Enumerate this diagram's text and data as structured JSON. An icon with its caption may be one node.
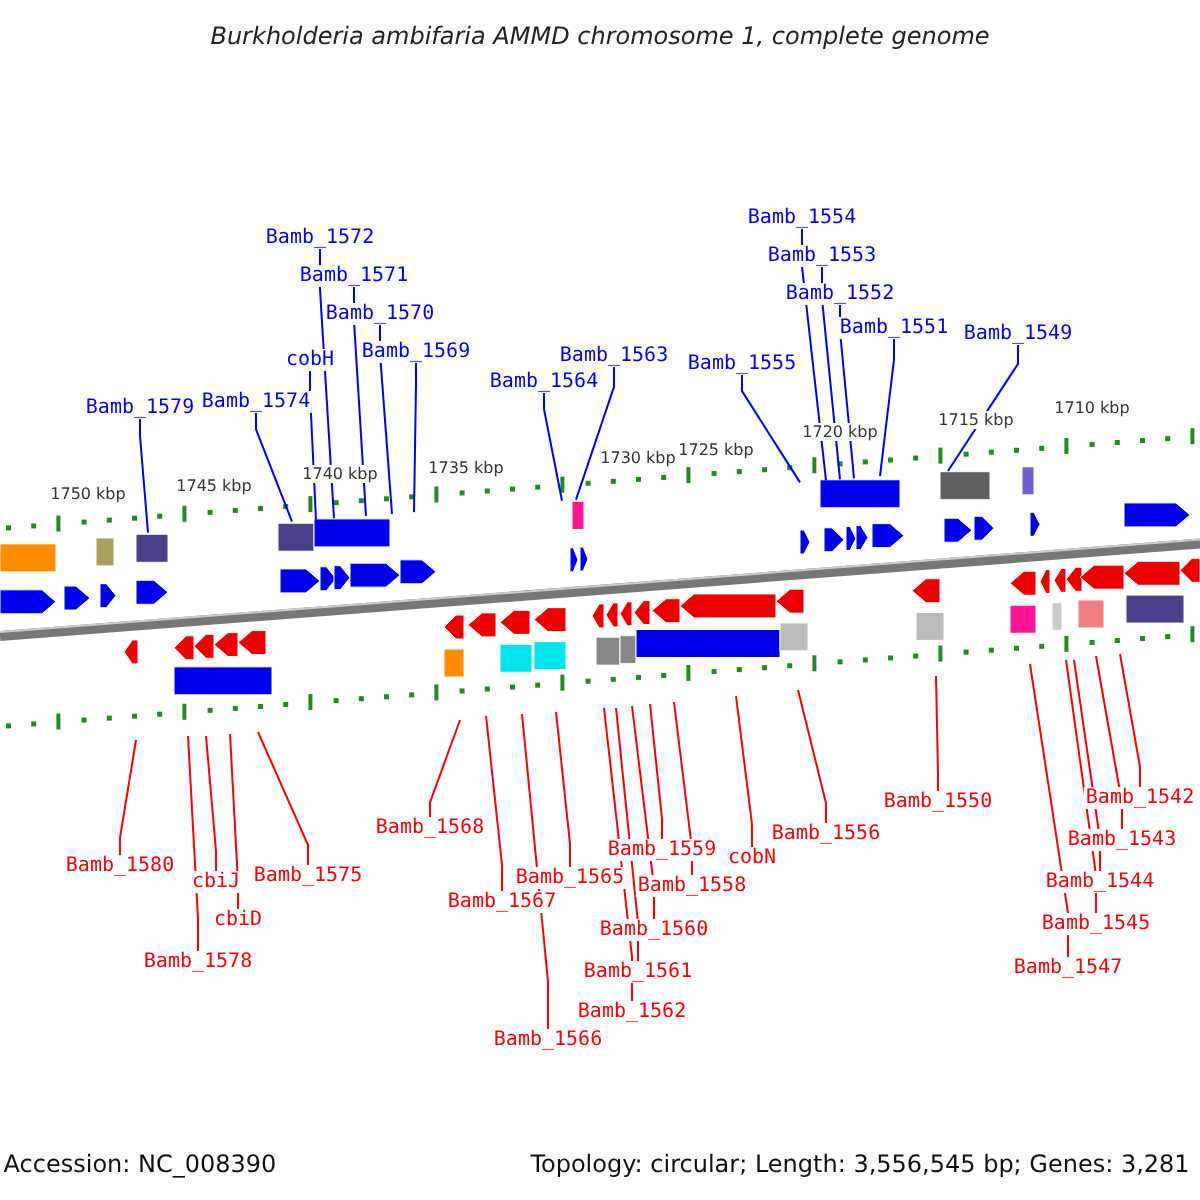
{
  "diagram": {
    "title": "Burkholderia ambifaria AMMD chromosome 1, complete genome",
    "nodes": [
      {
        "text": [
          "Bamb_1579"
        ]
      },
      {
        "text": [
          "Bamb_1574"
        ]
      },
      {
        "text": [
          "cobH"
        ]
      },
      {
        "text": [
          "Bamb_1572"
        ]
      },
      {
        "text": [
          "Bamb_1571"
        ]
      },
      {
        "text": [
          "Bamb_1570"
        ]
      },
      {
        "text": [
          "Bamb_1569"
        ]
      },
      {
        "text": [
          "Bamb_1564"
        ]
      },
      {
        "text": [
          "Bamb_1563"
        ]
      },
      {
        "text": [
          "Bamb_1555"
        ]
      },
      {
        "text": [
          "Bamb_1554"
        ]
      },
      {
        "text": [
          "Bamb_1553"
        ]
      },
      {
        "text": [
          "Bamb_1552"
        ]
      },
      {
        "text": [
          "Bamb_1551"
        ]
      },
      {
        "text": [
          "Bamb_1549"
        ]
      },
      {
        "text": [
          "Bamb_1580"
        ]
      },
      {
        "text": [
          "Bamb_1578"
        ]
      },
      {
        "text": [
          "cbiJ"
        ]
      },
      {
        "text": [
          "cbiD"
        ]
      },
      {
        "text": [
          "Bamb_1575"
        ]
      },
      {
        "text": [
          "Bamb_1568"
        ]
      },
      {
        "text": [
          "Bamb_1567"
        ]
      },
      {
        "text": [
          "Bamb_1566"
        ]
      },
      {
        "text": [
          "Bamb_1565"
        ]
      },
      {
        "text": [
          "Bamb_1562"
        ]
      },
      {
        "text": [
          "Bamb_1561"
        ]
      },
      {
        "text": [
          "Bamb_1560"
        ]
      },
      {
        "text": [
          "Bamb_1559"
        ]
      },
      {
        "text": [
          "Bamb_1558"
        ]
      },
      {
        "text": [
          "cobN"
        ]
      },
      {
        "text": [
          "Bamb_1556"
        ]
      },
      {
        "text": [
          "Bamb_1550"
        ]
      },
      {
        "text": [
          "Bamb_1547"
        ]
      },
      {
        "text": [
          "Bamb_1545"
        ]
      },
      {
        "text": [
          "Bamb_1544"
        ]
      },
      {
        "text": [
          "Bamb_1543"
        ]
      },
      {
        "text": [
          "Bamb_1542"
        ]
      }
    ],
    "edges": [
      {
        "from": 0,
        "to": null,
        "arrow": "none",
        "color": "#0000ff"
      },
      {
        "from": 1,
        "to": null,
        "arrow": "none",
        "color": "#0000ff"
      },
      {
        "from": 2,
        "to": null,
        "arrow": "none",
        "color": "#0000ff"
      },
      {
        "from": 3,
        "to": null,
        "arrow": "none",
        "color": "#0000ff"
      },
      {
        "from": 4,
        "to": null,
        "arrow": "none",
        "color": "#0000ff"
      },
      {
        "from": 5,
        "to": null,
        "arrow": "none",
        "color": "#0000ff"
      },
      {
        "from": 6,
        "to": null,
        "arrow": "none",
        "color": "#0000ff"
      },
      {
        "from": 7,
        "to": null,
        "arrow": "none",
        "color": "#0000ff"
      },
      {
        "from": 8,
        "to": null,
        "arrow": "none",
        "color": "#0000ff"
      },
      {
        "from": 9,
        "to": null,
        "arrow": "none",
        "color": "#0000ff"
      },
      {
        "from": 10,
        "to": null,
        "arrow": "none",
        "color": "#0000ff"
      },
      {
        "from": 11,
        "to": null,
        "arrow": "none",
        "color": "#0000ff"
      },
      {
        "from": 12,
        "to": null,
        "arrow": "none",
        "color": "#0000ff"
      },
      {
        "from": 13,
        "to": null,
        "arrow": "none",
        "color": "#0000ff"
      },
      {
        "from": 14,
        "to": null,
        "arrow": "none",
        "color": "#0000ff"
      },
      {
        "from": 15,
        "to": null,
        "arrow": "none"
      },
      {
        "from": 16,
        "to": null,
        "arrow": "none"
      },
      {
        "from": 17,
        "to": null,
        "arrow": "none"
      },
      {
        "from": 18,
        "to": null,
        "arrow": "none"
      },
      {
        "from": 19,
        "to": null,
        "arrow": "none"
      },
      {
        "from": 20,
        "to": null,
        "arrow": "none"
      },
      {
        "from": 21,
        "to": null,
        "arrow": "none"
      },
      {
        "from": 22,
        "to": null,
        "arrow": "none"
      },
      {
        "from": 23,
        "to": null,
        "arrow": "none"
      },
      {
        "from": 24,
        "to": null,
        "arrow": "none"
      },
      {
        "from": 25,
        "to": null,
        "arrow": "none"
      },
      {
        "from": 26,
        "to": null,
        "arrow": "none"
      },
      {
        "from": 27,
        "to": null,
        "arrow": "none"
      },
      {
        "from": 28,
        "to": null,
        "arrow": "none"
      },
      {
        "from": 29,
        "to": null,
        "arrow": "none"
      },
      {
        "from": 30,
        "to": null,
        "arrow": "none"
      },
      {
        "from": 31,
        "to": null,
        "arrow": "none"
      },
      {
        "from": 32,
        "to": null,
        "arrow": "none"
      },
      {
        "from": 33,
        "to": null,
        "arrow": "none"
      },
      {
        "from": 34,
        "to": null,
        "arrow": "none"
      },
      {
        "from": 35,
        "to": null,
        "arrow": "none"
      },
      {
        "from": 36,
        "to": null,
        "arrow": "none"
      }
    ],
    "labels": [
      "1750 kbp",
      "1745 kbp",
      "1740 kbp",
      "1735 kbp",
      "1730 kbp",
      "1725 kbp",
      "1720 kbp",
      "1715 kbp",
      "1710 kbp",
      "Accession: NC_008390",
      "Topology: circular; Length: 3,556,545 bp; Genes: 3,281"
    ]
  }
}
